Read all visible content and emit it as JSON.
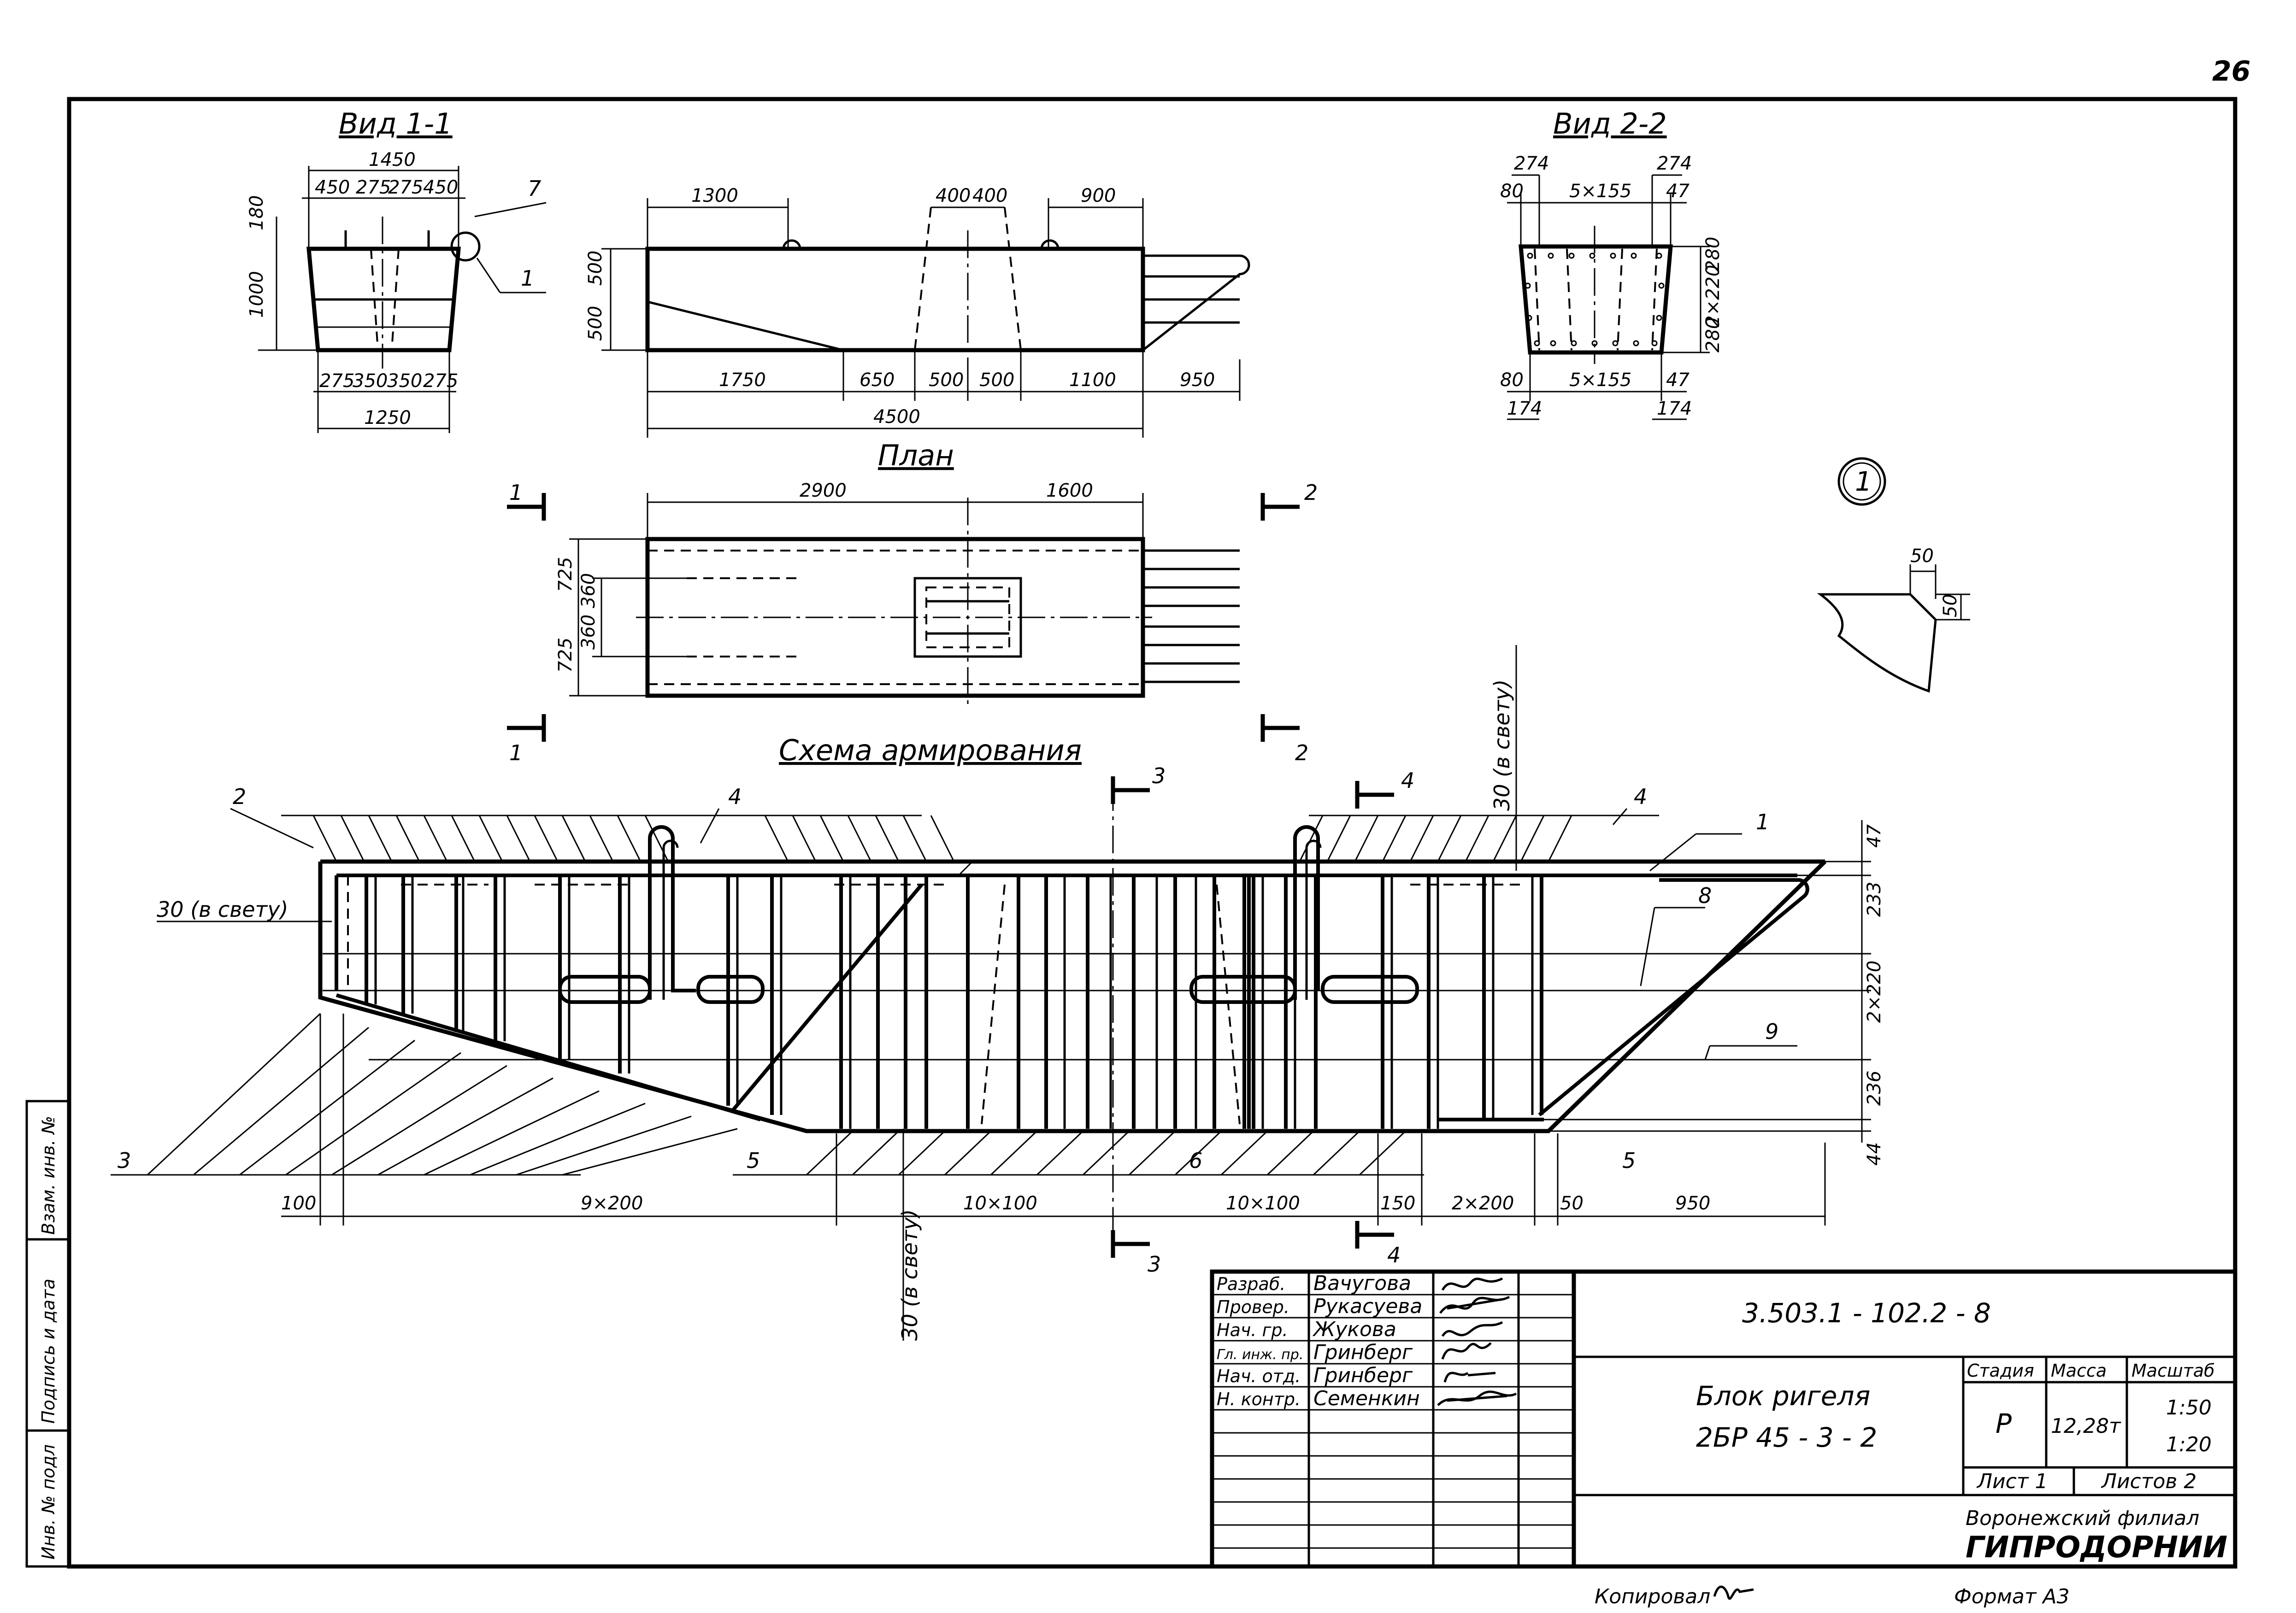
{
  "page_number": "26",
  "views": {
    "view11_title": "Вид 1-1",
    "view22_title": "Вид 2-2",
    "plan_title": "План",
    "scheme_title": "Схема армирования"
  },
  "dims_view11": [
    "1450",
    "450",
    "275",
    "275",
    "450",
    "180",
    "1000",
    "275",
    "350",
    "350",
    "275",
    "1250"
  ],
  "dims_elev": [
    "1300",
    "400",
    "400",
    "900",
    "500",
    "500",
    "1750",
    "650",
    "500",
    "500",
    "1100",
    "950",
    "4500"
  ],
  "dims_plan": [
    "2900",
    "1600",
    "725",
    "360",
    "360",
    "725"
  ],
  "dims_view22": [
    "274",
    "274",
    "80",
    "5×155",
    "47",
    "280",
    "2×220",
    "280",
    "80",
    "5×155",
    "47",
    "174",
    "174"
  ],
  "dims_detail": [
    "50",
    "50"
  ],
  "dims_scheme_bottom": [
    "100",
    "9×200",
    "10×100",
    "10×100",
    "150",
    "2×200",
    "50",
    "950"
  ],
  "dims_scheme_right": [
    "47",
    "233",
    "2×220",
    "236",
    "44"
  ],
  "section_marks": {
    "s1": "1",
    "s2": "2",
    "s3": "3",
    "s4": "4",
    "detail": "1"
  },
  "leaders": {
    "p7": "7",
    "p1_circle": "1",
    "s2": "2",
    "s4a": "4",
    "s4b": "4",
    "s1": "1",
    "s8": "8",
    "s9": "9",
    "s3": "3",
    "s5a": "5",
    "s6": "6",
    "s5b": "5"
  },
  "notes": {
    "clear_30_left": "30 (в свету)",
    "clear_30_vert_top": "30 (в свету)",
    "clear_30_vert_bottom": "30 (в свету)"
  },
  "side_stamp": [
    "Инв. № подл",
    "Подпись и дата",
    "Взам. инв. №"
  ],
  "title_block": {
    "roles": [
      {
        "role": "Разраб.",
        "name": "Вачугова"
      },
      {
        "role": "Провер.",
        "name": "Рукасуева"
      },
      {
        "role": "Нач. гр.",
        "name": "Жукова"
      },
      {
        "role": "Гл. инж. пр.",
        "name": "Гринберг"
      },
      {
        "role": "Нач. отд.",
        "name": "Гринберг"
      },
      {
        "role": "Н. контр.",
        "name": "Семенкин"
      }
    ],
    "doc_code": "3.503.1 - 102.2 - 8",
    "name_line1": "Блок ригеля",
    "name_line2": "2БР 45 - 3 - 2",
    "stage_label": "Стадия",
    "mass_label": "Масса",
    "scale_label": "Масштаб",
    "stage": "Р",
    "mass": "12,28т",
    "scale1": "1:50",
    "scale2": "1:20",
    "sheet": "Лист 1",
    "sheets": "Листов 2",
    "org_line1": "Воронежский филиал",
    "org_line2": "ГИПРОДОРНИИ"
  },
  "footer": {
    "copied": "Копировал",
    "format": "Формат А3"
  }
}
